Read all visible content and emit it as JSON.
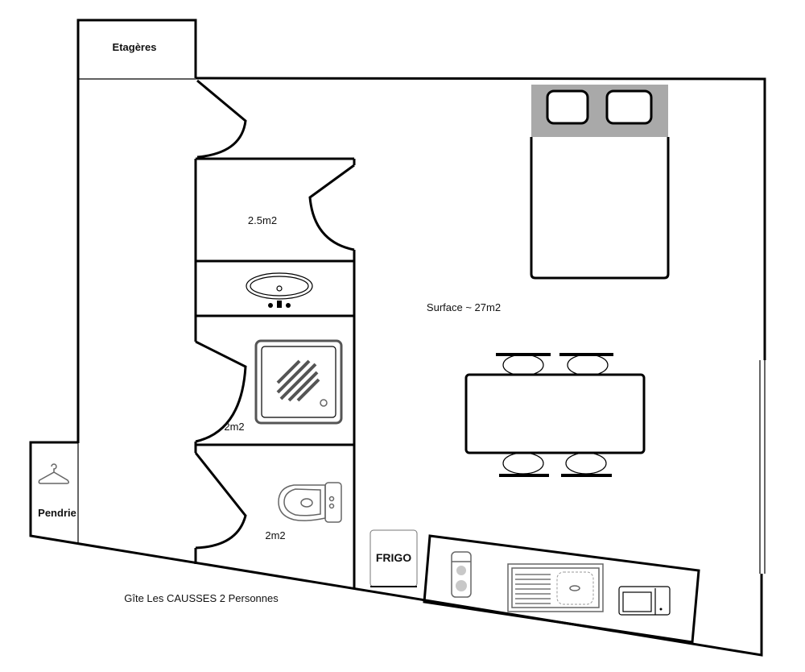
{
  "title": "Gîte Les CAUSSES 2 Personnes",
  "rooms": {
    "shelves": "Etagères",
    "wardrobe": "Pendrie",
    "storage_area": "2.5m2",
    "shower_area": "2m2",
    "wc_area": "2m2",
    "main_surface": "Surface ~ 27m2"
  },
  "appliances": {
    "fridge": "FRIGO"
  }
}
